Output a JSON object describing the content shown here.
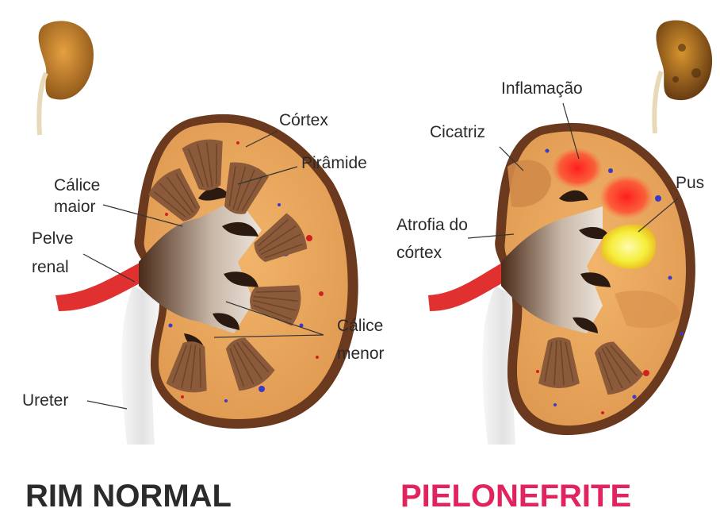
{
  "normal": {
    "title": "RIM NORMAL",
    "labels": {
      "cortex": "Córtex",
      "piramide": "Pirâmide",
      "calice_maior_1": "Cálice",
      "calice_maior_2": "maior",
      "pelve_1": "Pelve",
      "pelve_2": "renal",
      "calice_menor_1": "Cálice",
      "calice_menor_2": "menor",
      "ureter": "Ureter"
    }
  },
  "pielonefrite": {
    "title": "PIELONEFRITE",
    "labels": {
      "inflamacao": "Inflamação",
      "cicatriz": "Cicatriz",
      "pus": "Pus",
      "atrofia_1": "Atrofia do",
      "atrofia_2": "córtex"
    }
  },
  "colors": {
    "title_normal": "#2b2b2b",
    "title_disease": "#e0245e",
    "cortex": "#e8a35c",
    "capsule": "#6b3a1e",
    "pyramid": "#8a5a3a",
    "artery": "#e03030",
    "ureter": "#eeeeee",
    "inflammation": "#ff3a2a",
    "pus": "#f3f04a"
  }
}
